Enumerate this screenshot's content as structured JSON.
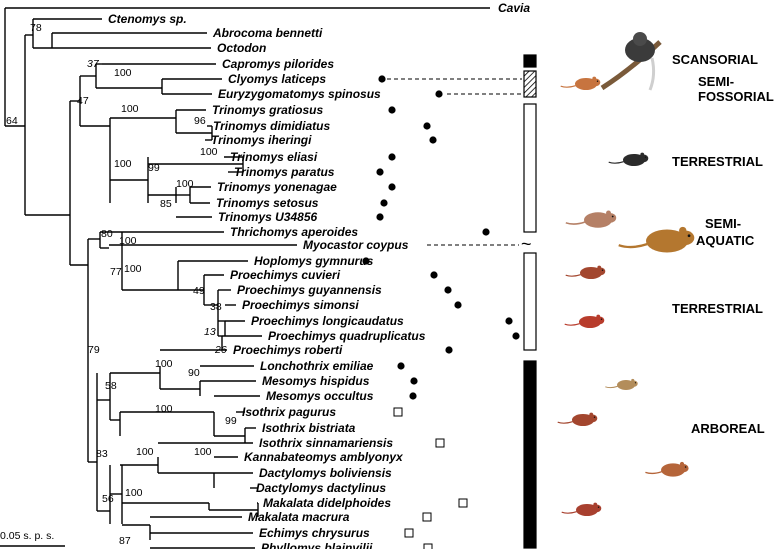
{
  "taxa": [
    {
      "name": "Cavia",
      "marker": "none"
    },
    {
      "name": "Ctenomys sp.",
      "marker": "none"
    },
    {
      "name": "Abrocoma bennetti",
      "marker": "none"
    },
    {
      "name": "Octodon",
      "marker": "none"
    },
    {
      "name": "Capromys pilorides",
      "marker": "none"
    },
    {
      "name": "Clyomys laticeps",
      "marker": "filled-circle"
    },
    {
      "name": "Euryzygomatomys spinosus",
      "marker": "filled-circle"
    },
    {
      "name": "Trinomys gratiosus",
      "marker": "filled-circle"
    },
    {
      "name": "Trinomys dimidiatus",
      "marker": "filled-circle"
    },
    {
      "name": "Trinomys iheringi",
      "marker": "filled-circle"
    },
    {
      "name": "Trinomys eliasi",
      "marker": "filled-circle"
    },
    {
      "name": "Trinomys paratus",
      "marker": "filled-circle"
    },
    {
      "name": "Trinomys yonenagae",
      "marker": "filled-circle"
    },
    {
      "name": "Trinomys setosus",
      "marker": "filled-circle"
    },
    {
      "name": "Trinomys U34856",
      "marker": "filled-circle"
    },
    {
      "name": "Thrichomys aperoides",
      "marker": "filled-circle"
    },
    {
      "name": "Myocastor coypus",
      "marker": "none"
    },
    {
      "name": "Hoplomys gymnurus",
      "marker": "filled-circle"
    },
    {
      "name": "Proechimys cuvieri",
      "marker": "filled-circle"
    },
    {
      "name": "Proechimys guyannensis",
      "marker": "filled-circle"
    },
    {
      "name": "Proechimys simonsi",
      "marker": "filled-circle"
    },
    {
      "name": "Proechimys longicaudatus",
      "marker": "filled-circle"
    },
    {
      "name": "Proechimys quadruplicatus",
      "marker": "filled-circle"
    },
    {
      "name": "Proechimys roberti",
      "marker": "filled-circle"
    },
    {
      "name": "Lonchothrix emiliae",
      "marker": "filled-circle"
    },
    {
      "name": "Mesomys hispidus",
      "marker": "filled-circle"
    },
    {
      "name": "Mesomys occultus",
      "marker": "filled-circle"
    },
    {
      "name": "Isothrix pagurus",
      "marker": "open-square"
    },
    {
      "name": "Isothrix bistriata",
      "marker": "none"
    },
    {
      "name": "Isothrix sinnamariensis",
      "marker": "open-square"
    },
    {
      "name": "Kannabateomys amblyonyx",
      "marker": "none"
    },
    {
      "name": "Dactylomys boliviensis",
      "marker": "none"
    },
    {
      "name": "Dactylomys dactylinus",
      "marker": "none"
    },
    {
      "name": "Makalata didelphoides",
      "marker": "open-square"
    },
    {
      "name": "Makalata macrura",
      "marker": "open-square"
    },
    {
      "name": "Echimys chrysurus",
      "marker": "open-square"
    },
    {
      "name": "Phyllomys blainvilii",
      "marker": "open-square"
    }
  ],
  "support_values": [
    "78",
    "64",
    "37",
    "100",
    "47",
    "100",
    "96",
    "100",
    "100",
    "99",
    "100",
    "85",
    "100",
    "80",
    "77",
    "100",
    "49",
    "38",
    "13",
    "26",
    "79",
    "100",
    "90",
    "58",
    "100",
    "99",
    "83",
    "100",
    "100",
    "56",
    "100",
    "87"
  ],
  "ecology_labels": {
    "scansorial": "SCANSORIAL",
    "semi_fossorial_1": "SEMI-",
    "semi_fossorial_2": "FOSSORIAL",
    "terrestrial_1": "TERRESTRIAL",
    "semi_aquatic_1": "SEMI-",
    "semi_aquatic_2": "AQUATIC",
    "terrestrial_2": "TERRESTRIAL",
    "arboreal": "ARBOREAL"
  },
  "ecology_bars": [
    {
      "group": "scansorial",
      "style": "filled"
    },
    {
      "group": "semi-fossorial",
      "style": "hatched"
    },
    {
      "group": "terrestrial",
      "style": "open"
    },
    {
      "group": "semi-aquatic",
      "style": "tilde"
    },
    {
      "group": "terrestrial",
      "style": "open"
    },
    {
      "group": "arboreal",
      "style": "filled"
    }
  ],
  "tilde_symbol": "~",
  "scale_bar": {
    "label": "0.05 s. p. s."
  },
  "colors": {
    "tree": "#000000",
    "animal_brown": "#b5653a",
    "animal_dark": "#2b2b2b",
    "animal_rufous": "#a3462e"
  }
}
